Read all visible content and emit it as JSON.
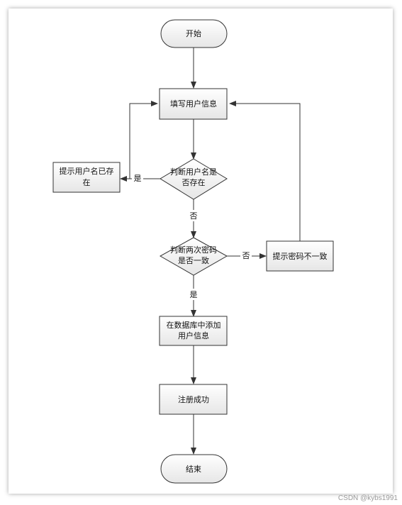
{
  "nodes": {
    "start": "开始",
    "fill_info": "填写用户信息",
    "check_exists": [
      "判断用户名是",
      "否存在"
    ],
    "user_exists": [
      "提示用户名已存",
      "在"
    ],
    "check_password": [
      "判断两次密码",
      "是否一致"
    ],
    "password_mismatch": "提示密码不一致",
    "add_user": [
      "在数据库中添加",
      "用户信息"
    ],
    "register_success": "注册成功",
    "end": "结束"
  },
  "edges": {
    "exists_yes": "是",
    "exists_no": "否",
    "password_no": "否",
    "password_yes": "是"
  },
  "watermark": "CSDN @kybs1991"
}
